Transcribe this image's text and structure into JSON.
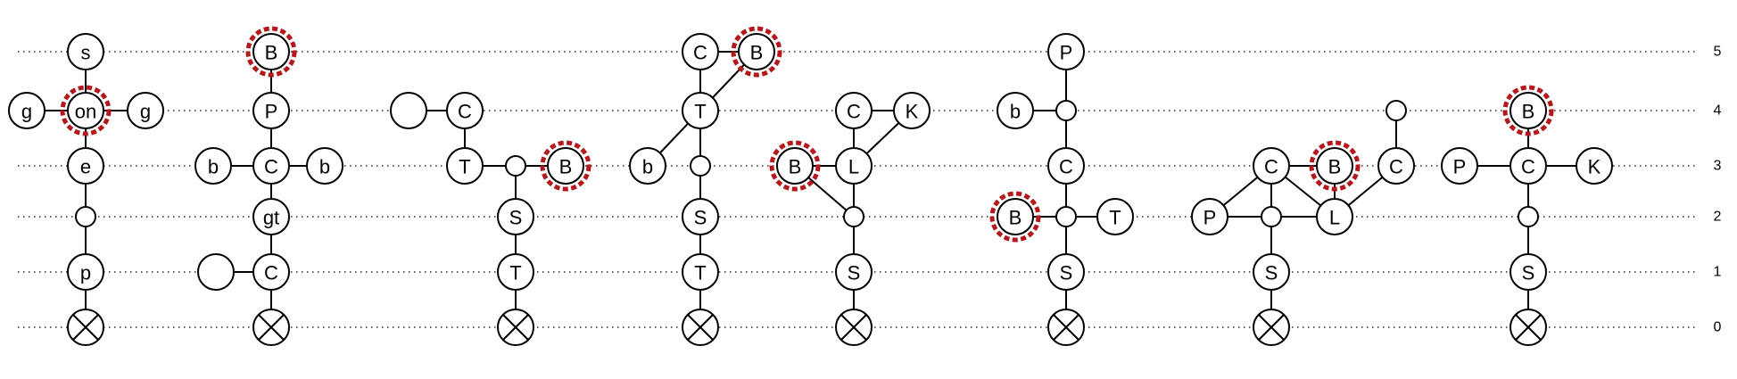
{
  "colors": {
    "highlight": "#b4181c",
    "ink": "#000000"
  },
  "levels": [
    "0",
    "1",
    "2",
    "3",
    "4",
    "5"
  ],
  "trees": [
    {
      "nodes": [
        {
          "id": "s",
          "label": "s",
          "level": 5
        },
        {
          "id": "g1",
          "label": "g",
          "level": 4
        },
        {
          "id": "on",
          "label": "on",
          "level": 4,
          "highlight": true
        },
        {
          "id": "g2",
          "label": "g",
          "level": 4
        },
        {
          "id": "e",
          "label": "e",
          "level": 3
        },
        {
          "id": "j2",
          "label": "",
          "level": 2
        },
        {
          "id": "p",
          "label": "p",
          "level": 1
        },
        {
          "id": "root",
          "label": "",
          "level": 0,
          "root": true
        }
      ],
      "edges": [
        [
          "root",
          "p"
        ],
        [
          "p",
          "j2"
        ],
        [
          "j2",
          "e"
        ],
        [
          "e",
          "on"
        ],
        [
          "on",
          "s"
        ],
        [
          "on",
          "g1"
        ],
        [
          "on",
          "g2"
        ]
      ]
    },
    {
      "nodes": [
        {
          "id": "B",
          "label": "B",
          "level": 5,
          "highlight": true
        },
        {
          "id": "P",
          "label": "P",
          "level": 4
        },
        {
          "id": "b1",
          "label": "b",
          "level": 3
        },
        {
          "id": "C3",
          "label": "C",
          "level": 3
        },
        {
          "id": "b2",
          "label": "b",
          "level": 3
        },
        {
          "id": "gt",
          "label": "gt",
          "level": 2
        },
        {
          "id": "e1",
          "label": "",
          "level": 1
        },
        {
          "id": "C1",
          "label": "C",
          "level": 1
        },
        {
          "id": "root",
          "label": "",
          "level": 0,
          "root": true
        }
      ],
      "edges": [
        [
          "root",
          "C1"
        ],
        [
          "C1",
          "e1"
        ],
        [
          "C1",
          "gt"
        ],
        [
          "gt",
          "C3"
        ],
        [
          "C3",
          "b1"
        ],
        [
          "C3",
          "b2"
        ],
        [
          "C3",
          "P"
        ],
        [
          "P",
          "B"
        ]
      ]
    },
    {
      "nodes": [
        {
          "id": "e4",
          "label": "",
          "level": 4
        },
        {
          "id": "C4",
          "label": "C",
          "level": 4
        },
        {
          "id": "T3",
          "label": "T",
          "level": 3
        },
        {
          "id": "j3",
          "label": "",
          "level": 3
        },
        {
          "id": "B3",
          "label": "B",
          "level": 3,
          "highlight": true
        },
        {
          "id": "S2",
          "label": "S",
          "level": 2
        },
        {
          "id": "T1",
          "label": "T",
          "level": 1
        },
        {
          "id": "root",
          "label": "",
          "level": 0,
          "root": true
        }
      ],
      "edges": [
        [
          "root",
          "T1"
        ],
        [
          "T1",
          "S2"
        ],
        [
          "S2",
          "j3"
        ],
        [
          "j3",
          "T3"
        ],
        [
          "j3",
          "B3"
        ],
        [
          "T3",
          "C4"
        ],
        [
          "C4",
          "e4"
        ]
      ]
    },
    {
      "nodes": [
        {
          "id": "C5",
          "label": "C",
          "level": 5
        },
        {
          "id": "B5",
          "label": "B",
          "level": 5,
          "highlight": true
        },
        {
          "id": "T4",
          "label": "T",
          "level": 4
        },
        {
          "id": "b3",
          "label": "b",
          "level": 3
        },
        {
          "id": "j3",
          "label": "",
          "level": 3
        },
        {
          "id": "S2",
          "label": "S",
          "level": 2
        },
        {
          "id": "T1",
          "label": "T",
          "level": 1
        },
        {
          "id": "root",
          "label": "",
          "level": 0,
          "root": true
        }
      ],
      "edges": [
        [
          "root",
          "T1"
        ],
        [
          "T1",
          "S2"
        ],
        [
          "S2",
          "j3"
        ],
        [
          "j3",
          "T4"
        ],
        [
          "T4",
          "b3"
        ],
        [
          "T4",
          "C5"
        ],
        [
          "C5",
          "B5"
        ],
        [
          "T4",
          "B5"
        ]
      ]
    },
    {
      "nodes": [
        {
          "id": "C4",
          "label": "C",
          "level": 4
        },
        {
          "id": "K4",
          "label": "K",
          "level": 4
        },
        {
          "id": "B3",
          "label": "B",
          "level": 3,
          "highlight": true
        },
        {
          "id": "L3",
          "label": "L",
          "level": 3
        },
        {
          "id": "j2",
          "label": "",
          "level": 2
        },
        {
          "id": "S1",
          "label": "S",
          "level": 1
        },
        {
          "id": "root",
          "label": "",
          "level": 0,
          "root": true
        }
      ],
      "edges": [
        [
          "root",
          "S1"
        ],
        [
          "S1",
          "j2"
        ],
        [
          "j2",
          "L3"
        ],
        [
          "j2",
          "B3"
        ],
        [
          "L3",
          "B3"
        ],
        [
          "L3",
          "C4"
        ],
        [
          "C4",
          "K4"
        ],
        [
          "L3",
          "K4"
        ]
      ]
    },
    {
      "nodes": [
        {
          "id": "P5",
          "label": "P",
          "level": 5
        },
        {
          "id": "b4",
          "label": "b",
          "level": 4
        },
        {
          "id": "j4",
          "label": "",
          "level": 4
        },
        {
          "id": "C3",
          "label": "C",
          "level": 3
        },
        {
          "id": "B2",
          "label": "B",
          "level": 2,
          "highlight": true
        },
        {
          "id": "j2",
          "label": "",
          "level": 2
        },
        {
          "id": "T2",
          "label": "T",
          "level": 2
        },
        {
          "id": "S1",
          "label": "S",
          "level": 1
        },
        {
          "id": "root",
          "label": "",
          "level": 0,
          "root": true
        }
      ],
      "edges": [
        [
          "root",
          "S1"
        ],
        [
          "S1",
          "j2"
        ],
        [
          "j2",
          "B2"
        ],
        [
          "j2",
          "T2"
        ],
        [
          "j2",
          "C3"
        ],
        [
          "C3",
          "j4"
        ],
        [
          "j4",
          "b4"
        ],
        [
          "j4",
          "P5"
        ]
      ]
    },
    {
      "nodes": [
        {
          "id": "j4",
          "label": "",
          "level": 4
        },
        {
          "id": "C3a",
          "label": "C",
          "level": 3
        },
        {
          "id": "B3",
          "label": "B",
          "level": 3,
          "highlight": true
        },
        {
          "id": "C3b",
          "label": "C",
          "level": 3
        },
        {
          "id": "P2",
          "label": "P",
          "level": 2
        },
        {
          "id": "j2",
          "label": "",
          "level": 2
        },
        {
          "id": "L2",
          "label": "L",
          "level": 2
        },
        {
          "id": "S1",
          "label": "S",
          "level": 1
        },
        {
          "id": "root",
          "label": "",
          "level": 0,
          "root": true
        }
      ],
      "edges": [
        [
          "root",
          "S1"
        ],
        [
          "S1",
          "j2"
        ],
        [
          "j2",
          "P2"
        ],
        [
          "j2",
          "L2"
        ],
        [
          "j2",
          "C3a"
        ],
        [
          "P2",
          "C3a"
        ],
        [
          "C3a",
          "B3"
        ],
        [
          "C3a",
          "L2"
        ],
        [
          "B3",
          "L2"
        ],
        [
          "L2",
          "C3b"
        ],
        [
          "C3b",
          "j4"
        ]
      ]
    },
    {
      "nodes": [
        {
          "id": "B4",
          "label": "B",
          "level": 4,
          "highlight": true
        },
        {
          "id": "P3",
          "label": "P",
          "level": 3
        },
        {
          "id": "C3",
          "label": "C",
          "level": 3
        },
        {
          "id": "K3",
          "label": "K",
          "level": 3
        },
        {
          "id": "j2",
          "label": "",
          "level": 2
        },
        {
          "id": "S1",
          "label": "S",
          "level": 1
        },
        {
          "id": "root",
          "label": "",
          "level": 0,
          "root": true
        }
      ],
      "edges": [
        [
          "root",
          "S1"
        ],
        [
          "S1",
          "j2"
        ],
        [
          "j2",
          "C3"
        ],
        [
          "C3",
          "P3"
        ],
        [
          "C3",
          "K3"
        ],
        [
          "C3",
          "B4"
        ]
      ]
    }
  ]
}
